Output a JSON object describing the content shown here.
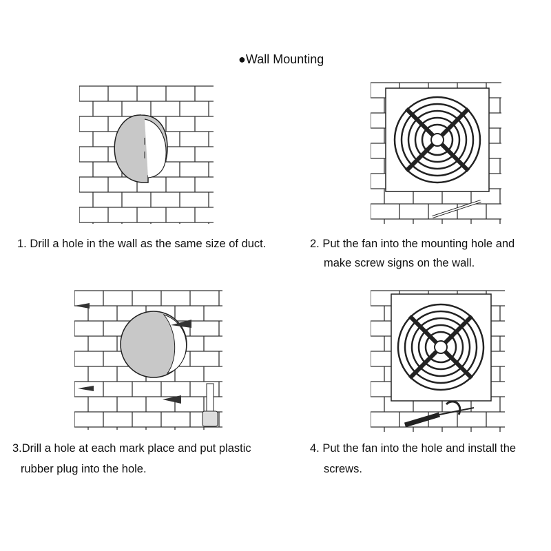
{
  "title": "●Wall Mounting",
  "steps": [
    {
      "line1": "1. Drill a hole in the wall as the same size of duct."
    },
    {
      "line1": "2. Put the fan into the mounting hole and",
      "line2": "make screw signs on the wall."
    },
    {
      "line1": "3.Drill a hole at each mark place and put plastic",
      "line2": "rubber plug into the hole."
    },
    {
      "line1": "4. Put the fan into the hole and install the",
      "line2": "screws."
    }
  ]
}
